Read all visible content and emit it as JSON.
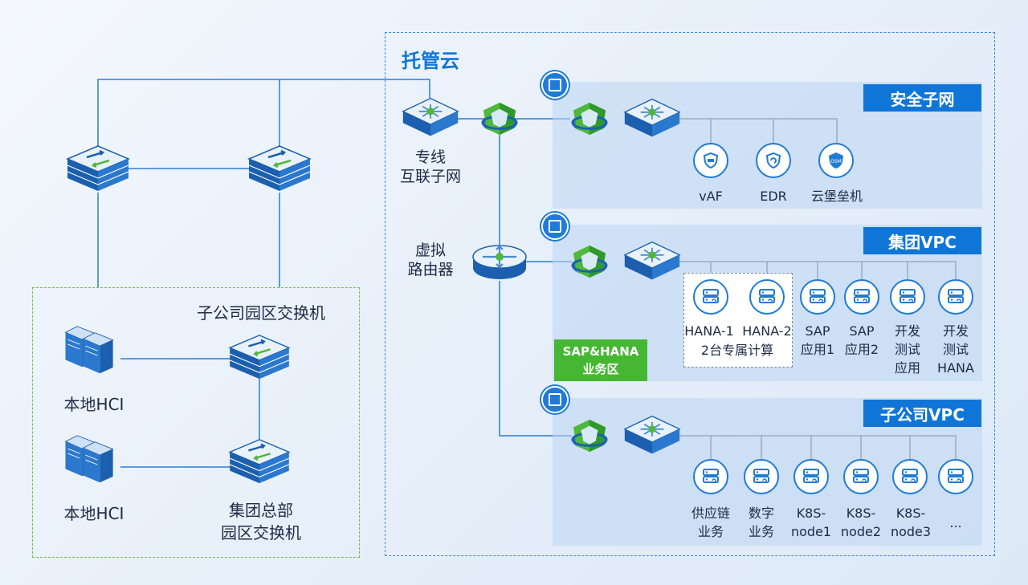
{
  "cloud": {
    "title": "托管云"
  },
  "dedicated_line": {
    "label_line1": "专线",
    "label_line2": "互联子网"
  },
  "virtual_router": {
    "label_line1": "虚拟",
    "label_line2": "路由器"
  },
  "subnets": {
    "security": {
      "title": "安全子网",
      "nodes": [
        "vAF",
        "EDR",
        "云堡垒机"
      ],
      "osm_badge": "OSM"
    },
    "group_vpc": {
      "title": "集团VPC",
      "sap_zone": {
        "line1": "SAP&HANA",
        "line2": "业务区"
      },
      "sap_group_caption": "2台专属计算",
      "nodes": [
        {
          "lines": [
            "HANA-1"
          ]
        },
        {
          "lines": [
            "HANA-2"
          ]
        },
        {
          "lines": [
            "SAP",
            "应用1"
          ]
        },
        {
          "lines": [
            "SAP",
            "应用2"
          ]
        },
        {
          "lines": [
            "开发",
            "测试",
            "应用"
          ]
        },
        {
          "lines": [
            "开发",
            "测试",
            "HANA"
          ]
        }
      ]
    },
    "sub_vpc": {
      "title": "子公司VPC",
      "nodes": [
        {
          "lines": [
            "供应链",
            "业务"
          ]
        },
        {
          "lines": [
            "数字",
            "业务"
          ]
        },
        {
          "lines": [
            "K8S-",
            "node1"
          ]
        },
        {
          "lines": [
            "K8S-",
            "node2"
          ]
        },
        {
          "lines": [
            "K8S-",
            "node3"
          ]
        },
        {
          "lines": [
            "..."
          ]
        }
      ]
    }
  },
  "branch": {
    "title": "子公司园区交换机",
    "hci_top": "本地HCI",
    "hci_bottom": "本地HCI",
    "hq_switch_line1": "集团总部",
    "hq_switch_line2": "园区交换机"
  },
  "colors": {
    "line": "#2a7fd4",
    "pill": "#0f76d8",
    "green": "#45b733",
    "dash_blue": "#3d88d8",
    "dash_green": "#6cc04a"
  }
}
